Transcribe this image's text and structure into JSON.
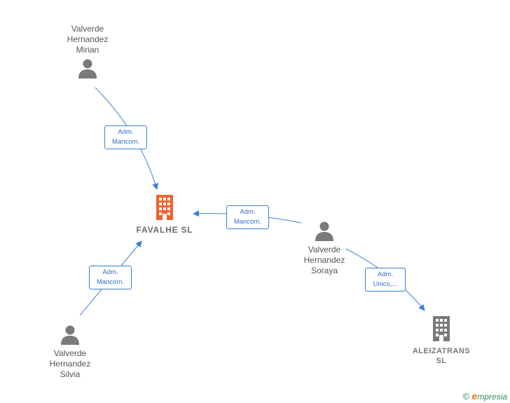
{
  "nodes": {
    "mirian": {
      "label": "Valverde\nHernandez\nMirian",
      "icon": "person-icon"
    },
    "silvia": {
      "label": "Valverde\nHernandez\nSilvia",
      "icon": "person-icon"
    },
    "soraya": {
      "label": "Valverde\nHernandez\nSoraya",
      "icon": "person-icon"
    },
    "favalhe": {
      "label": "FAVALHE  SL",
      "icon": "building-icon",
      "color": "#f0632e"
    },
    "aleizatrans": {
      "label": "ALEIZATRANS\nSL",
      "icon": "building-icon",
      "color": "#7a7a7a"
    }
  },
  "edges": [
    {
      "from": "mirian",
      "to": "favalhe",
      "label": "Adm.\nMancom."
    },
    {
      "from": "soraya",
      "to": "favalhe",
      "label": "Adm.\nMancom."
    },
    {
      "from": "silvia",
      "to": "favalhe",
      "label": "Adm.\nMancom."
    },
    {
      "from": "soraya",
      "to": "aleizatrans",
      "label": "Adm.\nUnico,..."
    }
  ],
  "colors": {
    "edge": "#3a7fd6",
    "person": "#7a7a7a"
  },
  "footer": {
    "copyright": "©",
    "brand_first": "e",
    "brand_rest": "mpresia"
  }
}
